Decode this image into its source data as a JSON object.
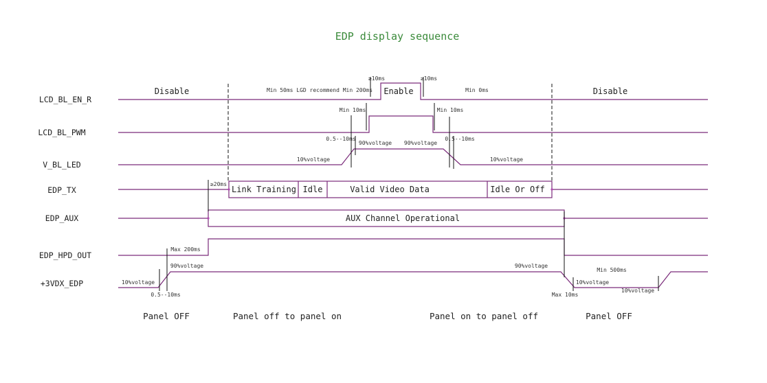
{
  "title": "EDP display sequence",
  "signals": {
    "lcd_bl_en_r": "LCD_BL_EN_R",
    "lcd_bl_pwm": "LCD_BL_PWM",
    "v_bl_led": "V_BL_LED",
    "edp_tx": "EDP_TX",
    "edp_aux": "EDP_AUX",
    "edp_hpd_out": "EDP_HPD_OUT",
    "vdx_edp": "+3VDX_EDP"
  },
  "states": {
    "disable_left": "Disable",
    "enable": "Enable",
    "disable_right": "Disable",
    "link_training": "Link Training",
    "idle": "Idle",
    "valid_video_data": "Valid Video Data",
    "idle_or_off": "Idle Or Off",
    "aux_channel": "AUX Channel Operational"
  },
  "annotations": {
    "min50ms": "Min 50ms LGD recommend Min 200ms",
    "ge10ms_left": "≥10ms",
    "ge10ms_right": "≥10ms",
    "min0ms": "Min 0ms",
    "min10ms_left": "Min 10ms",
    "min10ms_right": "Min 10ms",
    "range_left": "0.5--10ms",
    "range_right": "0.5--10ms",
    "v90_bl_left": "90%voltage",
    "v90_bl_right": "90%voltage",
    "v10_bl_left": "10%voltage",
    "v10_bl_right": "10%voltage",
    "ge20ms": "≥20ms",
    "max200ms": "Max 200ms",
    "v90_vdx_left": "90%voltage",
    "v90_vdx_right": "90%voltage",
    "v10_vdx_left": "10%voltage",
    "range_vdx": "0.5--10ms",
    "max10ms": "Max 10ms",
    "v10_vdx_mid": "10%voltage",
    "min500ms": "Min 500ms",
    "v10_vdx_end": "10%voltage"
  },
  "phases": {
    "panel_off_left": "Panel OFF",
    "off_to_on": "Panel off to panel on",
    "on_to_off": "Panel on to panel off",
    "panel_off_right": "Panel OFF"
  }
}
